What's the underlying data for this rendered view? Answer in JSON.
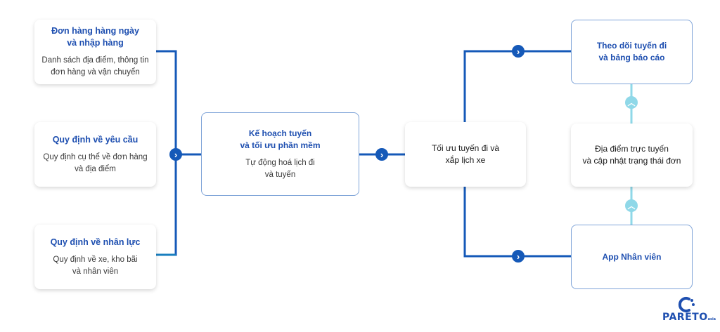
{
  "left_cards": [
    {
      "title": [
        "Đơn hàng hàng ngày",
        "và nhập hàng"
      ],
      "desc": [
        "Danh sách địa điểm, thông tin",
        "đơn hàng và vận chuyển"
      ]
    },
    {
      "title": [
        "Quy định về yêu cầu"
      ],
      "desc": [
        "Quy định cụ thể về đơn hàng",
        "và địa điểm"
      ]
    },
    {
      "title": [
        "Quy định về nhân lực"
      ],
      "desc": [
        "Quy định về xe, kho bãi",
        "và nhân viên"
      ]
    }
  ],
  "center_card": {
    "title": [
      "Kế hoạch tuyến",
      "và tối ưu phần mềm"
    ],
    "desc": [
      "Tự động hoá lịch đi",
      "và tuyến"
    ]
  },
  "optimize_card": {
    "text": [
      "Tối ưu tuyến đi và",
      "xắp lịch xe"
    ]
  },
  "right_cards": [
    {
      "title": [
        "Theo dõi tuyến đi",
        "và bảng báo cáo"
      ]
    },
    {
      "text": [
        "Địa điểm trực tuyến",
        "và cập nhật trạng thái đơn"
      ]
    },
    {
      "title": [
        "App Nhân viên"
      ]
    }
  ],
  "logo": {
    "text": "PARETO",
    "suffix": "asia",
    "icon": "pareto-logo-icon"
  },
  "colors": {
    "primary": "#1559b8",
    "title_blue": "#1e4fb0",
    "light_cyan": "#8fd8e8",
    "card_border": "#7fa4d8"
  }
}
